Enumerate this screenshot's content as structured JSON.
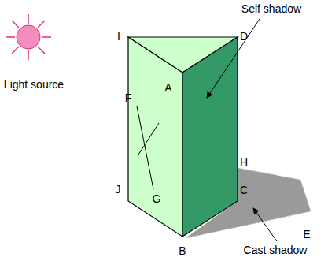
{
  "diagram": {
    "labels": [
      "Light source",
      "I",
      "D",
      "Self shadow",
      "F",
      "A",
      "H",
      "J",
      "G",
      "C",
      "B",
      "E",
      "Cast shadow"
    ]
  }
}
